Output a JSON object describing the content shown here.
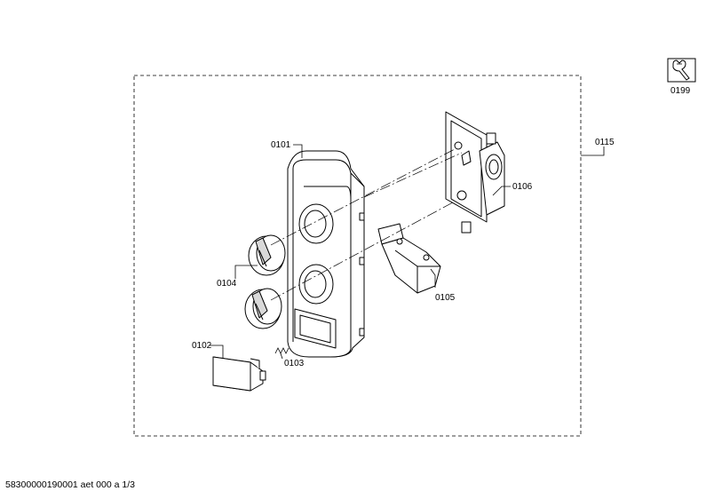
{
  "labels": {
    "p0101": "0101",
    "p0102": "0102",
    "p0103": "0103",
    "p0104": "0104",
    "p0105": "0105",
    "p0106": "0106",
    "p0115": "0115",
    "p0199": "0199"
  },
  "icons": {
    "service": "wrench-icon"
  },
  "footer": {
    "text": "58300000190001 aet 000 a 1/3"
  }
}
